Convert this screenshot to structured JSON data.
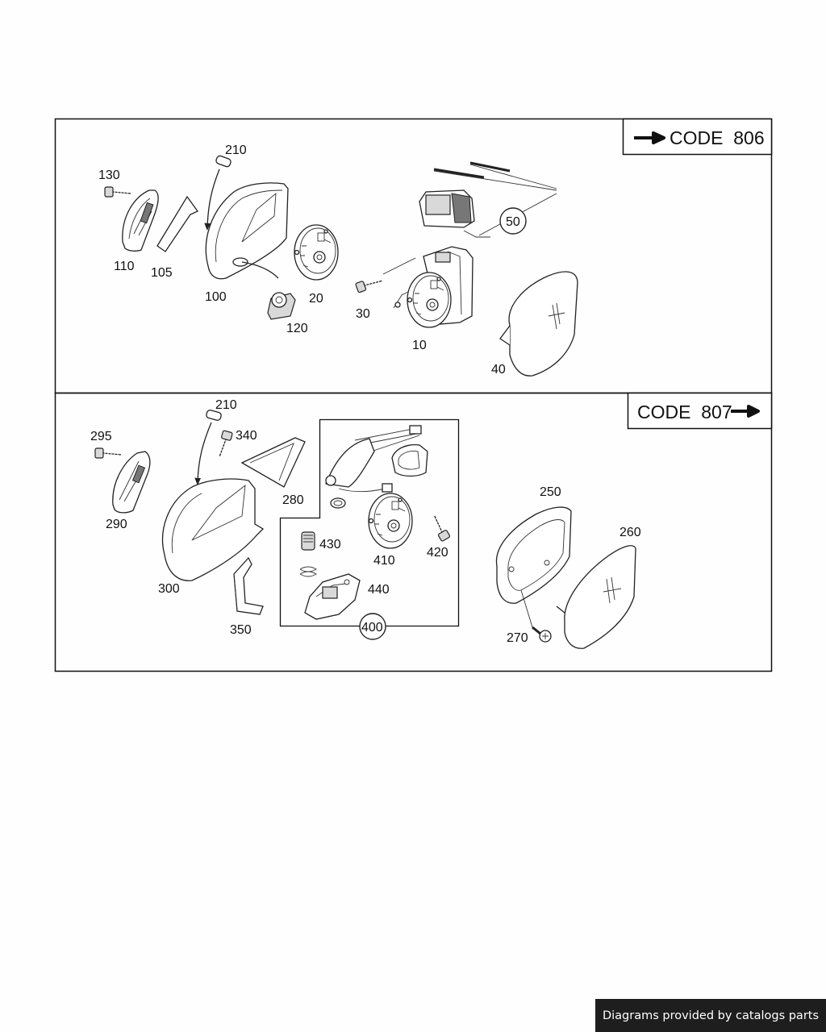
{
  "codes": {
    "upper": "CODE  806",
    "lower": "CODE  807"
  },
  "upper_labels": {
    "p130": "130",
    "p210": "210",
    "p110": "110",
    "p105": "105",
    "p100": "100",
    "p20": "20",
    "p120": "120",
    "p30": "30",
    "p10": "10",
    "p50": "50",
    "p40": "40"
  },
  "lower_labels": {
    "p210": "210",
    "p295": "295",
    "p340": "340",
    "p280": "280",
    "p290": "290",
    "p300": "300",
    "p350": "350",
    "p430": "430",
    "p410": "410",
    "p420": "420",
    "p440": "440",
    "p400": "400",
    "p250": "250",
    "p260": "260",
    "p270": "270"
  },
  "footer": "Diagrams provided by catalogs parts"
}
